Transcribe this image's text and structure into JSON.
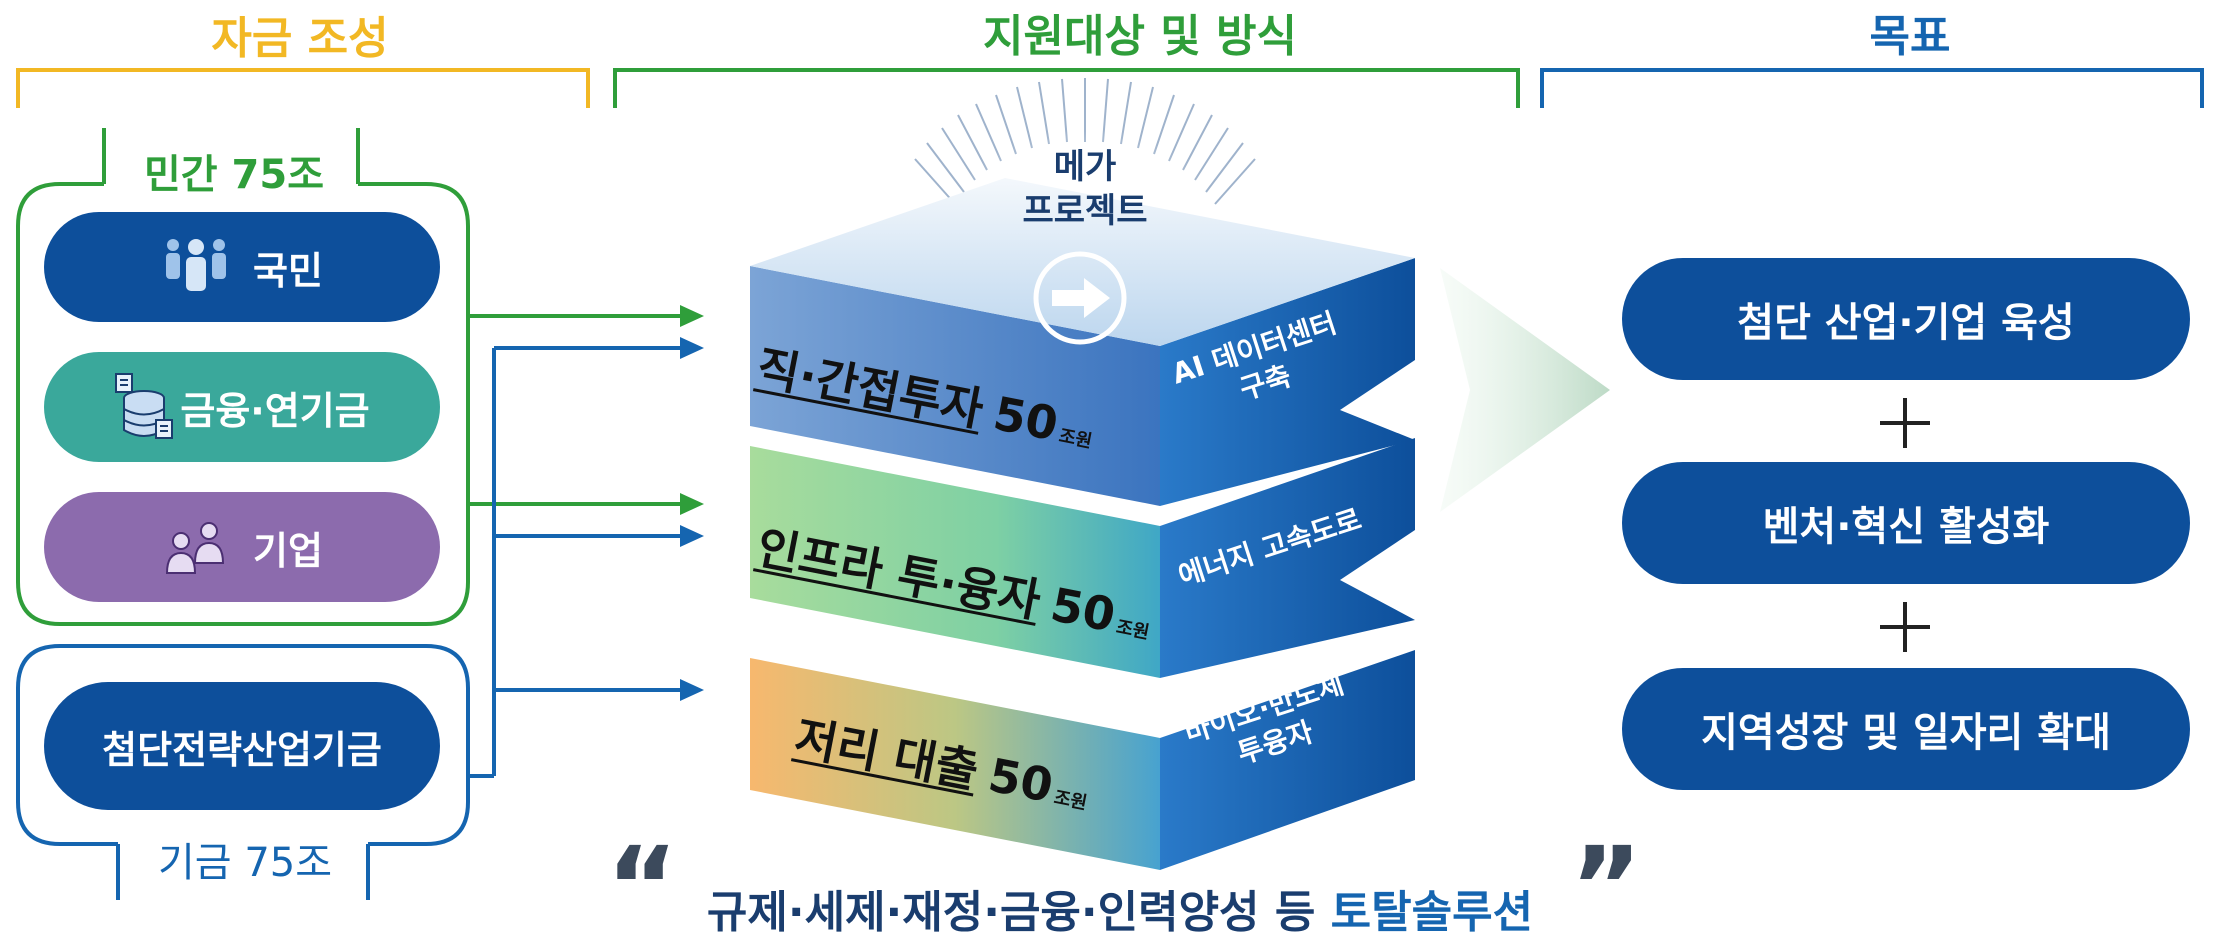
{
  "headers": {
    "funding": "자금 조성",
    "support": "지원대상 및 방식",
    "goal": "목표"
  },
  "colors": {
    "funding": "#f2b824",
    "support": "#2f9e3a",
    "goal": "#1565b0",
    "navy": "#0d4f9b",
    "teal": "#3aa89b",
    "purple": "#8c6bad"
  },
  "funding": {
    "private_label": "민간 75조",
    "sources": [
      {
        "label": "국민",
        "icon": "people-icon"
      },
      {
        "label": "금융·연기금",
        "icon": "database-icon"
      },
      {
        "label": "기업",
        "icon": "business-people-icon"
      }
    ],
    "fund_label": "기금 75조",
    "fund_source": "첨단전략산업기금"
  },
  "support": {
    "mega_project": "메가\n프로젝트",
    "layers": [
      {
        "name": "직·간접투자",
        "amount": "50",
        "unit": "조원",
        "side": "AI 데이터센터\n구축"
      },
      {
        "name": "인프라 투·융자",
        "amount": "50",
        "unit": "조원",
        "side": "에너지 고속도로"
      },
      {
        "name": "저리 대출",
        "amount": "50",
        "unit": "조원",
        "side": "바이오·반도체\n투융자"
      }
    ]
  },
  "goals": [
    "첨단 산업·기업 육성",
    "벤처·혁신 활성화",
    "지역성장 및 일자리 확대"
  ],
  "bottom": {
    "open_quote": "“",
    "close_quote": "”",
    "text": "규제·세제·재정·금융·인력양성 등 ",
    "highlight": "토탈솔루션"
  }
}
